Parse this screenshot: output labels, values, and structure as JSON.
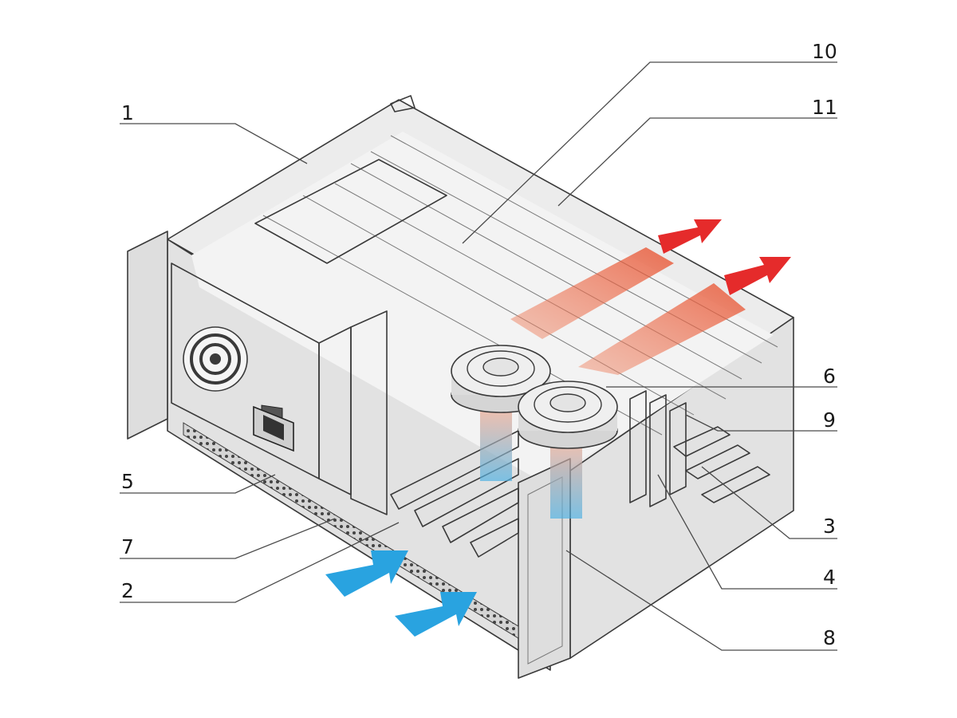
{
  "diagram": {
    "callouts": [
      {
        "id": "1",
        "label": "1"
      },
      {
        "id": "2",
        "label": "2"
      },
      {
        "id": "3",
        "label": "3"
      },
      {
        "id": "4",
        "label": "4"
      },
      {
        "id": "5",
        "label": "5"
      },
      {
        "id": "6",
        "label": "6"
      },
      {
        "id": "7",
        "label": "7"
      },
      {
        "id": "8",
        "label": "8"
      },
      {
        "id": "9",
        "label": "9"
      },
      {
        "id": "10",
        "label": "10"
      },
      {
        "id": "11",
        "label": "11"
      }
    ],
    "airflow": {
      "intake_color": "#29a3e0",
      "exhaust_color": "#e52b2b",
      "heat_band_color": "#ec6a48"
    }
  }
}
